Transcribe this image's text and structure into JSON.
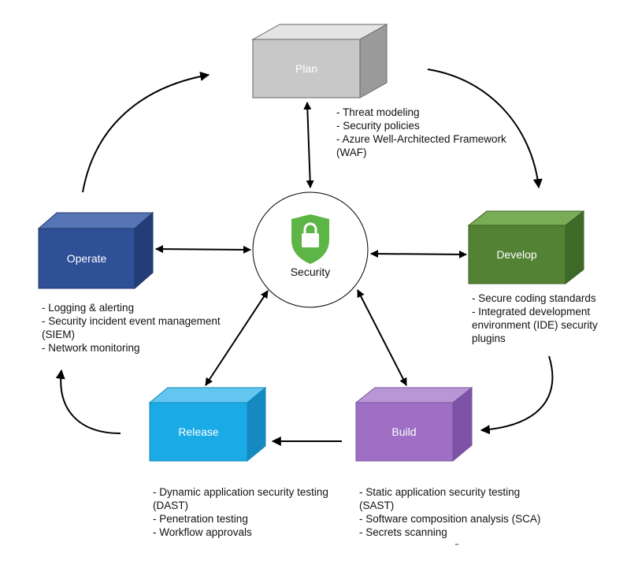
{
  "center": {
    "label": "Security",
    "icon": "lock-shield-icon"
  },
  "stages": {
    "plan": {
      "label": "Plan",
      "color": "#c8c8c8"
    },
    "develop": {
      "label": "Develop",
      "color": "#548235"
    },
    "build": {
      "label": "Build",
      "color": "#9e6fc4"
    },
    "release": {
      "label": "Release",
      "color": "#1aabe6"
    },
    "operate": {
      "label": "Operate",
      "color": "#2f4f96"
    }
  },
  "notes": {
    "plan": [
      "- Threat modeling",
      "- Security policies",
      "- Azure Well-Architected Framework",
      "(WAF)"
    ],
    "develop": [
      "- Secure coding standards",
      "- Integrated development",
      "environment (IDE) security",
      "plugins"
    ],
    "build": [
      "- Static application security testing",
      "(SAST)",
      "- Software composition analysis (SCA)",
      "- Secrets scanning"
    ],
    "release": [
      "- Dynamic application security testing",
      "(DAST)",
      "- Penetration testing",
      "- Workflow approvals"
    ],
    "operate": [
      "- Logging & alerting",
      "- Security incident event management",
      "(SIEM)",
      "- Network monitoring"
    ]
  },
  "colors": {
    "shield": "#5db546",
    "arrow": "#000000"
  }
}
